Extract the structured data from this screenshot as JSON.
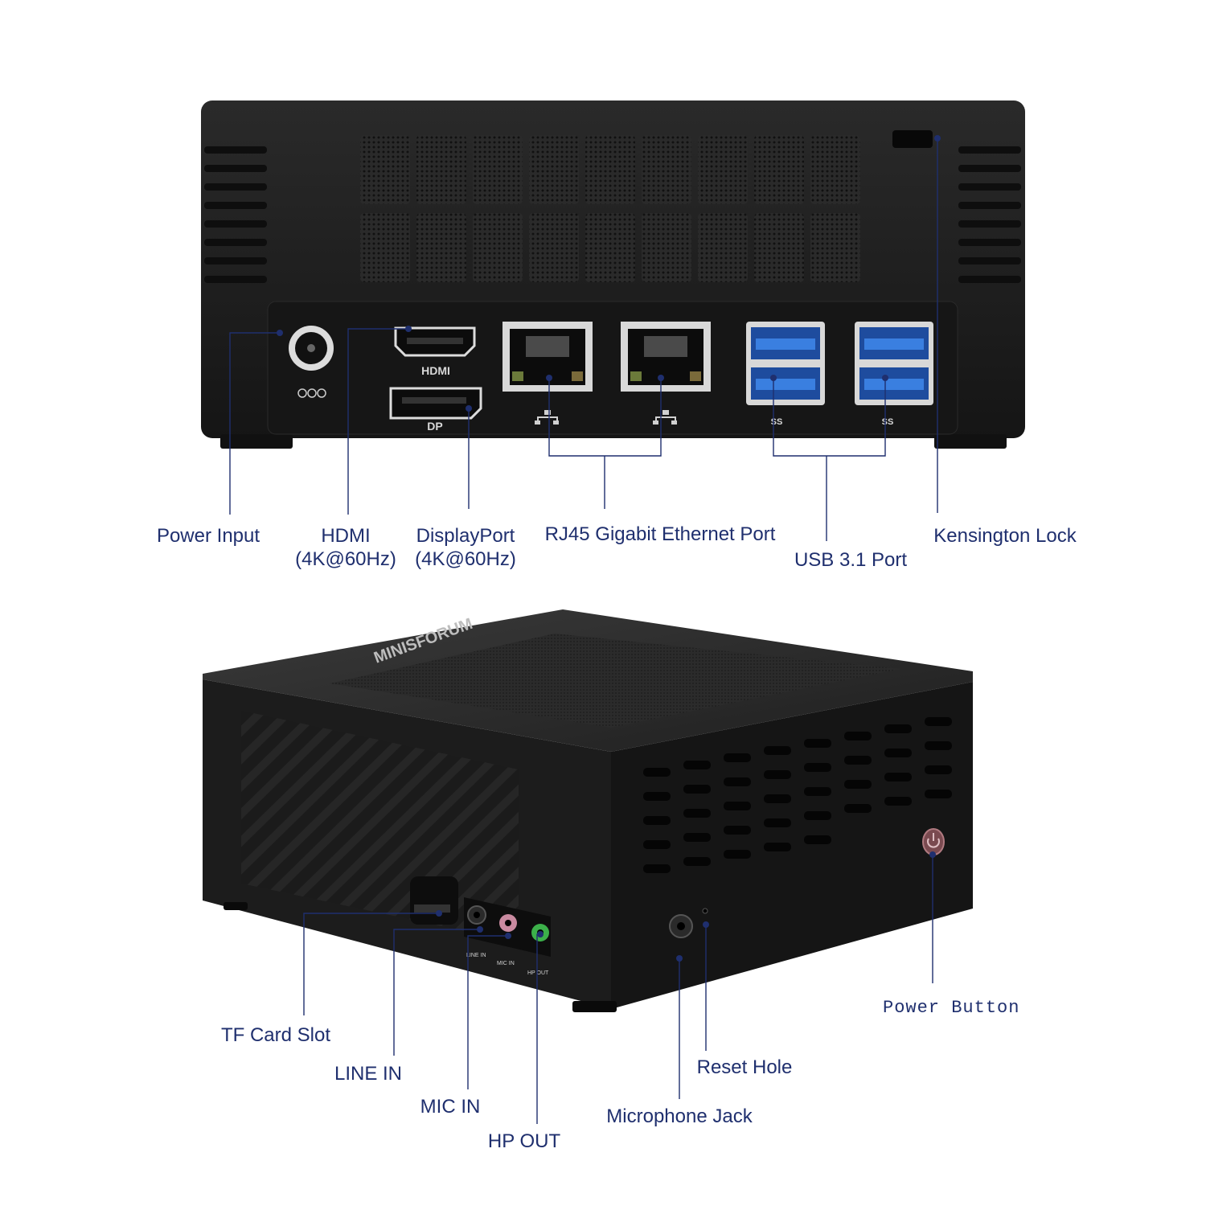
{
  "rear_view": {
    "port_markings": {
      "hdmi": "HDMI",
      "dp": "DP",
      "usb_a": "SS",
      "usb_b": "SS"
    },
    "callouts": {
      "power_input": "Power Input",
      "hdmi_line1": "HDMI",
      "hdmi_line2": "(4K@60Hz)",
      "displayport_line1": "DisplayPort",
      "displayport_line2": "(4K@60Hz)",
      "rj45": "RJ45 Gigabit Ethernet Port",
      "usb": "USB 3.1 Port",
      "kensington": "Kensington Lock"
    }
  },
  "front_view": {
    "brand_logo": "MINISFORUM",
    "port_markings": {
      "line_in": "LINE IN",
      "mic_in": "MIC IN",
      "hp_out": "HP OUT"
    },
    "callouts": {
      "tf_card": "TF Card Slot",
      "line_in": "LINE IN",
      "mic_in": "MIC IN",
      "hp_out": "HP OUT",
      "microphone_jack": "Microphone Jack",
      "reset_hole": "Reset Hole",
      "power_button": "Power Button"
    }
  },
  "colors": {
    "callout": "#1f2f6e",
    "chassis": "#1c1c1c",
    "usb_blue": "#2f6fd0",
    "headphone_green": "#3cb04a",
    "mic_pink": "#c98aa0"
  }
}
